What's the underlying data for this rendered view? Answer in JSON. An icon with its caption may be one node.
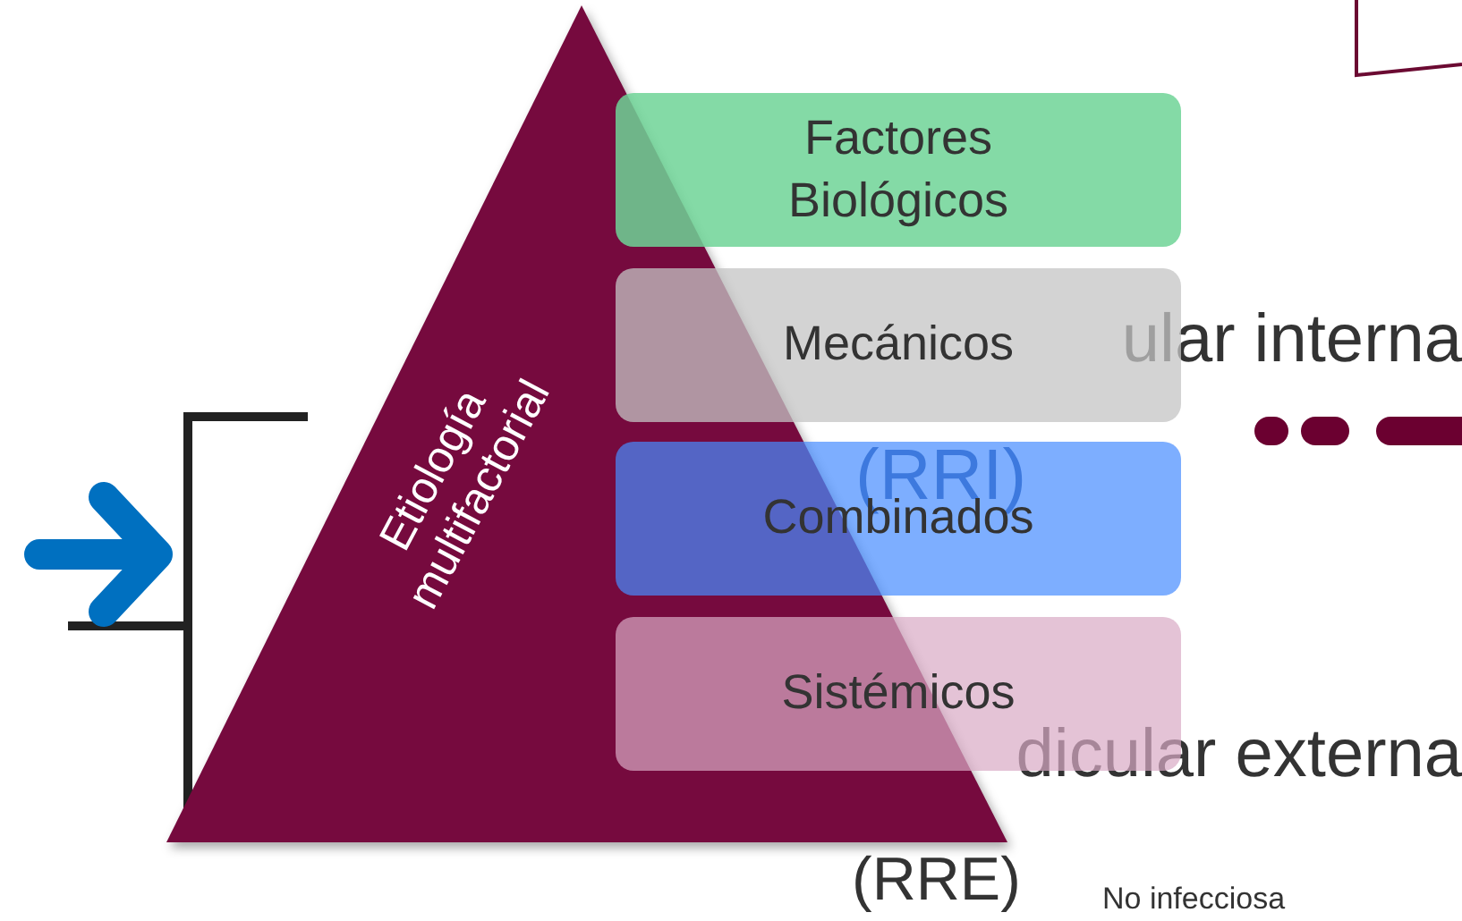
{
  "diagram": {
    "nodes": [
      {
        "text": [
          "Etiología multifactorial"
        ]
      },
      {
        "text": [
          "Factores Biológicos"
        ]
      },
      {
        "text": [
          "Mecánicos"
        ]
      },
      {
        "text": [
          "Combinados"
        ]
      },
      {
        "text": [
          "Sistémicos"
        ]
      }
    ],
    "labels": [
      "ular interna",
      "(RRI)",
      "dicular externa",
      "(RRE)",
      "No infecciosa"
    ]
  }
}
